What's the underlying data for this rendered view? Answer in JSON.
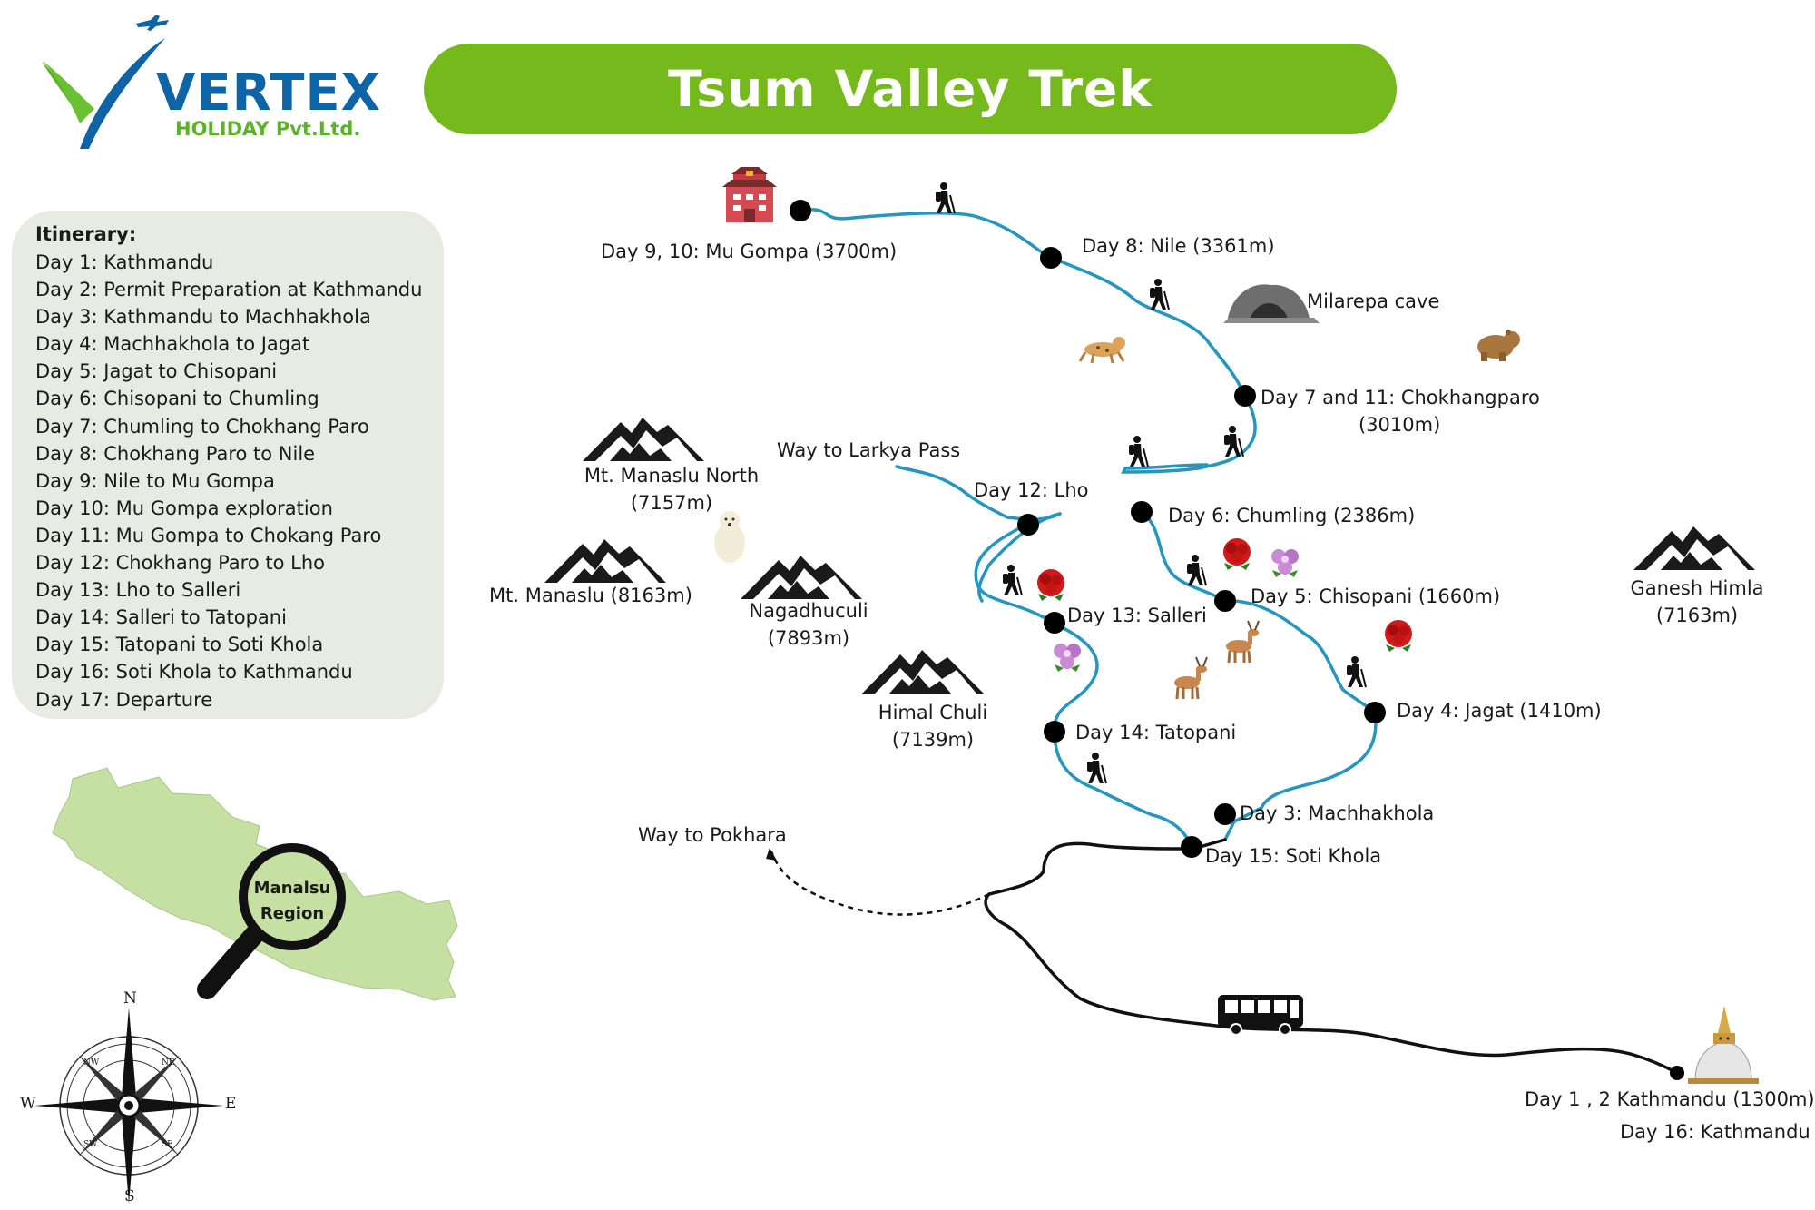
{
  "brand": {
    "name": "VERTEX",
    "subtitle": "HOLIDAY Pvt.Ltd.",
    "colors": {
      "blue": "#0f64a5",
      "green": "#5db22b"
    }
  },
  "title": "Tsum Valley Trek",
  "title_color": "#76b91c",
  "itinerary": {
    "heading": "Itinerary:",
    "items": [
      "Day 1: Kathmandu",
      "Day 2: Permit Preparation at Kathmandu",
      "Day 3: Kathmandu to Machhakhola",
      "Day 4: Machhakhola to Jagat",
      "Day 5: Jagat to Chisopani",
      "Day 6: Chisopani to Chumling",
      "Day 7: Chumling to Chokhang Paro",
      "Day 8: Chokhang Paro to Nile",
      "Day 9: Nile to Mu Gompa",
      "Day 10: Mu Gompa exploration",
      "Day 11: Mu Gompa to Chokang Paro",
      "Day 12: Chokhang Paro to Lho",
      "Day 13: Lho to Salleri",
      "Day 14: Salleri to Tatopani",
      "Day 15: Tatopani to Soti Khola",
      "Day 16: Soti Khola to Kathmandu",
      "Day 17: Departure"
    ]
  },
  "stops": {
    "mu_gompa": "Day 9, 10: Mu Gompa (3700m)",
    "nile": "Day 8: Nile (3361m)",
    "chokhangparo": "Day 7 and 11: Chokhangparo",
    "chokhangparo_alt": "(3010m)",
    "lho": "Day 12: Lho",
    "chumling": "Day 6: Chumling (2386m)",
    "chisopani": "Day 5: Chisopani (1660m)",
    "salleri": "Day 13: Salleri",
    "jagat": "Day 4: Jagat (1410m)",
    "tatopani": "Day 14: Tatopani",
    "machhakhola": "Day 3: Machhakhola",
    "soti_khola": "Day 15: Soti Khola",
    "kathmandu": "Day 1 , 2 Kathmandu (1300m)",
    "kathmandu_return": "Day 16: Kathmandu"
  },
  "places": {
    "milarepa": "Milarepa cave",
    "larkya": "Way to Larkya Pass",
    "pokhara": "Way to Pokhara"
  },
  "mountains": {
    "manaslu_north": "Mt. Manaslu North",
    "manaslu_north_alt": "(7157m)",
    "manaslu": "Mt. Manaslu (8163m)",
    "nagadhuculi": "Nagadhuculi",
    "nagadhuculi_alt": "(7893m)",
    "himal_chuli": "Himal Chuli",
    "himal_chuli_alt": "(7139m)",
    "ganesh_himla": "Ganesh Himla",
    "ganesh_himla_alt": "(7163m)"
  },
  "region_badge": {
    "line1": "Manalsu",
    "line2": "Region"
  },
  "compass": {
    "n": "N",
    "s": "S",
    "e": "E",
    "w": "W",
    "ne": "NE",
    "nw": "NW",
    "se": "SE",
    "sw": "SW"
  },
  "colors": {
    "trail": "#2596be",
    "road": "#111111",
    "nepal_map": "#c6e0a4"
  }
}
